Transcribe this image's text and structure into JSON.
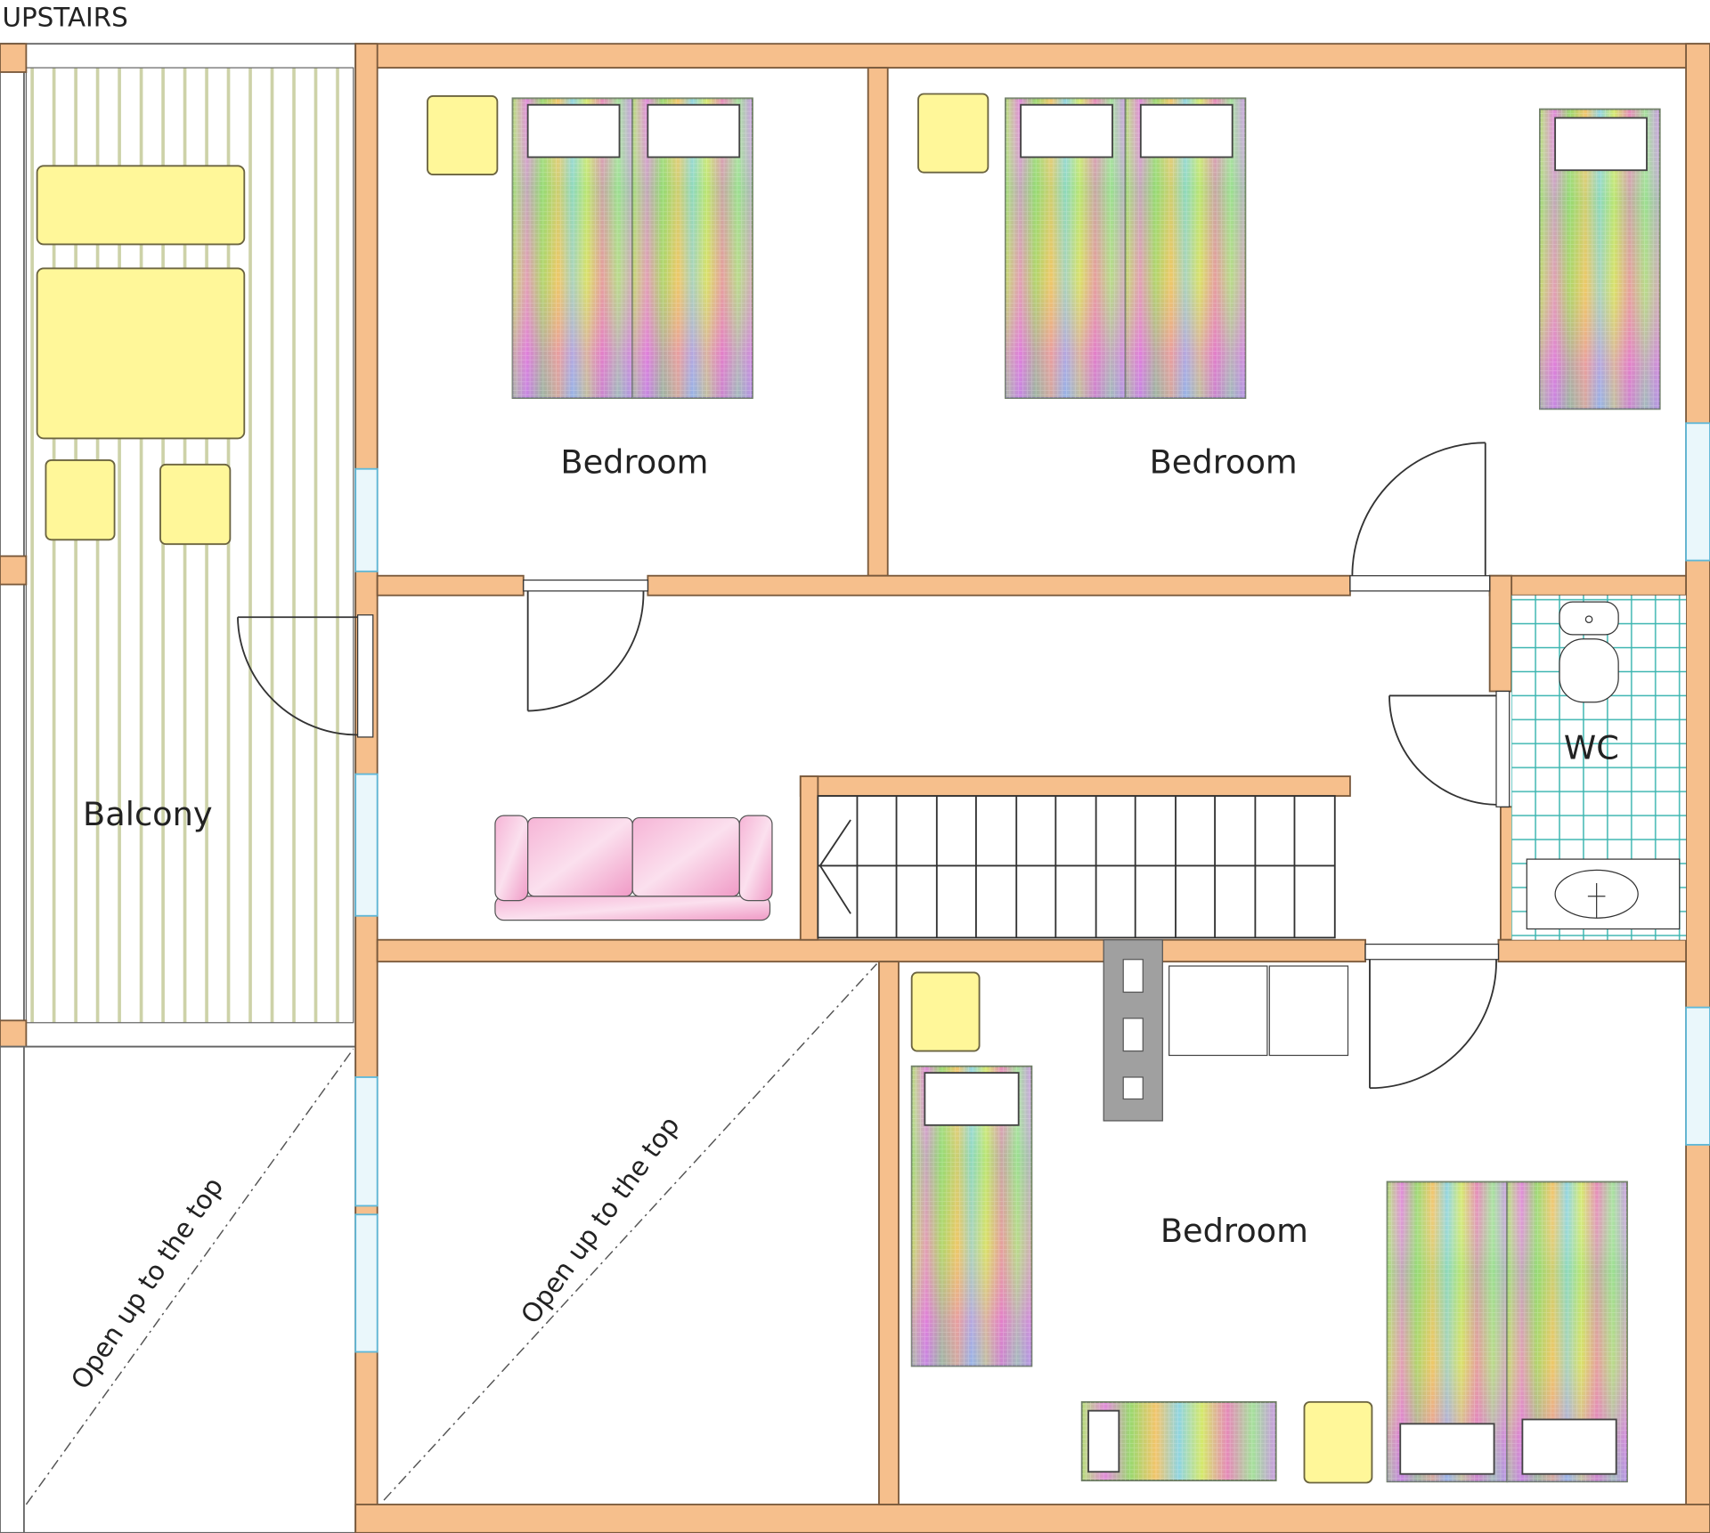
{
  "title": "UPSTAIRS",
  "rooms": {
    "bedroom_1": "Bedroom",
    "bedroom_2": "Bedroom",
    "bedroom_3": "Bedroom",
    "balcony": "Balcony",
    "wc": "WC",
    "open_left": "Open up to the top",
    "open_center": "Open up to the top"
  },
  "colors": {
    "wall": "#F6BF8C",
    "furniture": "#FFF799",
    "window": "#5FB8D8",
    "tiles": "#3BB5B0",
    "sofa": "#F4A9CF"
  }
}
